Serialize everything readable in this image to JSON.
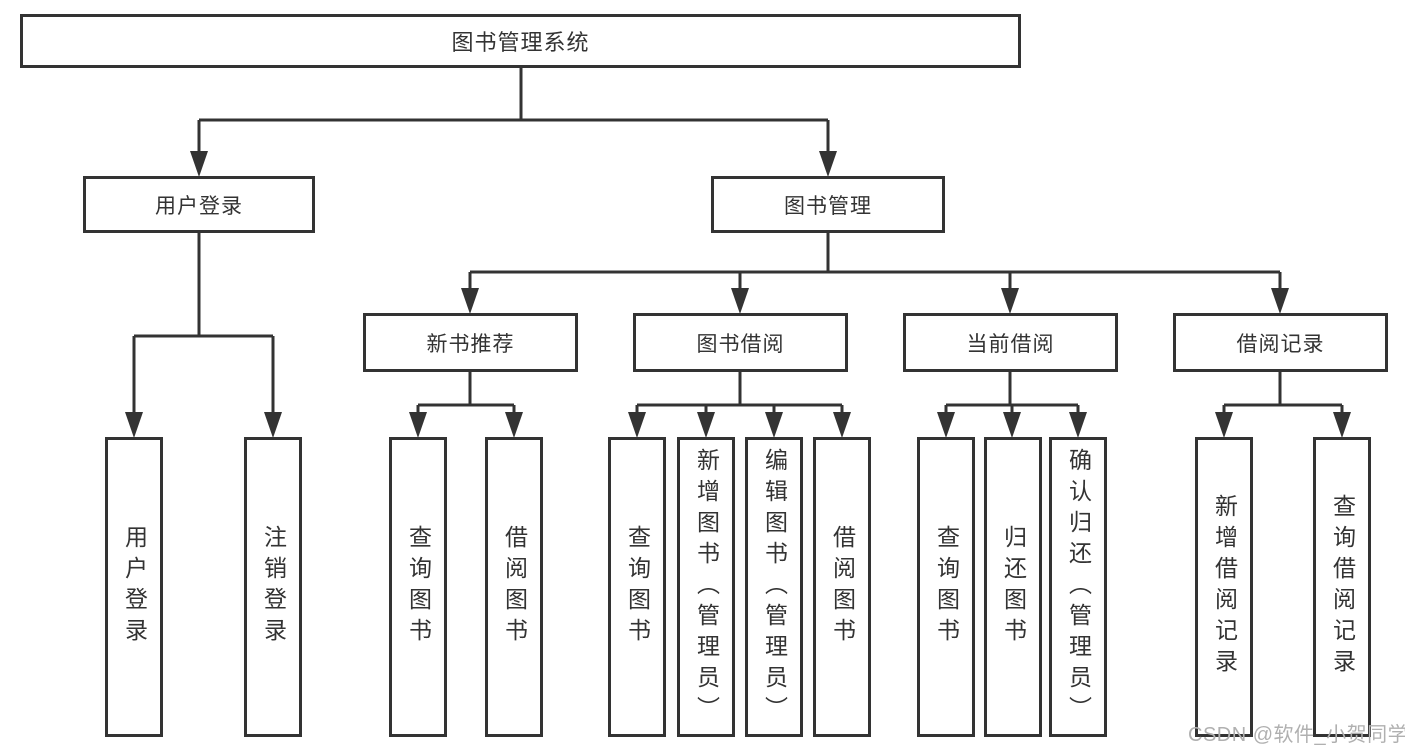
{
  "colors": {
    "line": "#333333",
    "text": "#333333",
    "box_background": "#ffffff",
    "watermark": "#b0b0b0"
  },
  "watermark": {
    "text": "CSDN @软件_小贺同学"
  },
  "tree": {
    "root": {
      "label": "图书管理系统",
      "children": [
        {
          "label": "用户登录",
          "children": [
            {
              "label": "用户登录"
            },
            {
              "label": "注销登录"
            }
          ]
        },
        {
          "label": "图书管理",
          "children": [
            {
              "label": "新书推荐",
              "children": [
                {
                  "label": "查询图书"
                },
                {
                  "label": "借阅图书"
                }
              ]
            },
            {
              "label": "图书借阅",
              "children": [
                {
                  "label": "查询图书"
                },
                {
                  "label": "新增图书（管理员）"
                },
                {
                  "label": "编辑图书（管理员）"
                },
                {
                  "label": "借阅图书"
                }
              ]
            },
            {
              "label": "当前借阅",
              "children": [
                {
                  "label": "查询图书"
                },
                {
                  "label": "归还图书"
                },
                {
                  "label": "确认归还（管理员）"
                }
              ]
            },
            {
              "label": "借阅记录",
              "children": [
                {
                  "label": "新增借阅记录"
                },
                {
                  "label": "查询借阅记录"
                }
              ]
            }
          ]
        }
      ]
    }
  }
}
